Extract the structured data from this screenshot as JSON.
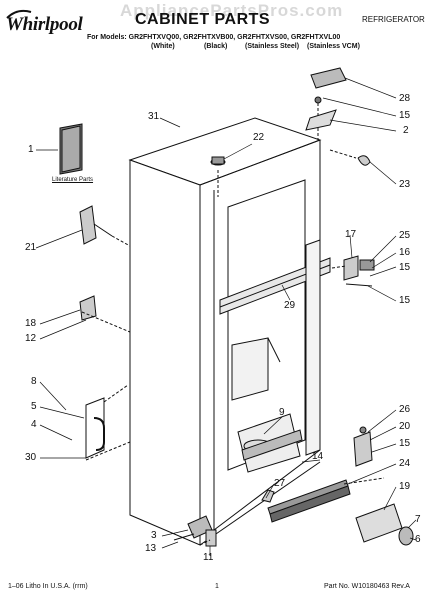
{
  "header": {
    "brand": "Whirlpool",
    "watermark": "AppliancePartsPros.com",
    "title": "CABINET PARTS",
    "doc_type": "REFRIGERATOR",
    "models_prefix": "For Models:",
    "models": [
      "GR2FHTXVQ00,",
      "GR2FHTXVB00,",
      "GR2FHTXVS00,",
      "GR2FHTXVL00"
    ],
    "colors": [
      "(White)",
      "(Black)",
      "(Stainless Steel)",
      "(Stainless VCM)"
    ]
  },
  "literature_label": "Literature Parts",
  "callouts": [
    "31",
    "22",
    "28",
    "15",
    "2",
    "23",
    "1",
    "21",
    "17",
    "25",
    "16",
    "15",
    "15",
    "29",
    "18",
    "12",
    "8",
    "5",
    "4",
    "30",
    "9",
    "26",
    "20",
    "15",
    "14",
    "24",
    "27",
    "19",
    "3",
    "13",
    "11",
    "7",
    "6"
  ],
  "footer": {
    "left": "1–06 Litho In U.S.A. (rrm)",
    "center": "1",
    "right": "Part No. W10180463 Rev.A"
  },
  "colors": {
    "ink": "#111111",
    "watermark": "#d8d8d8",
    "paper": "#ffffff"
  }
}
